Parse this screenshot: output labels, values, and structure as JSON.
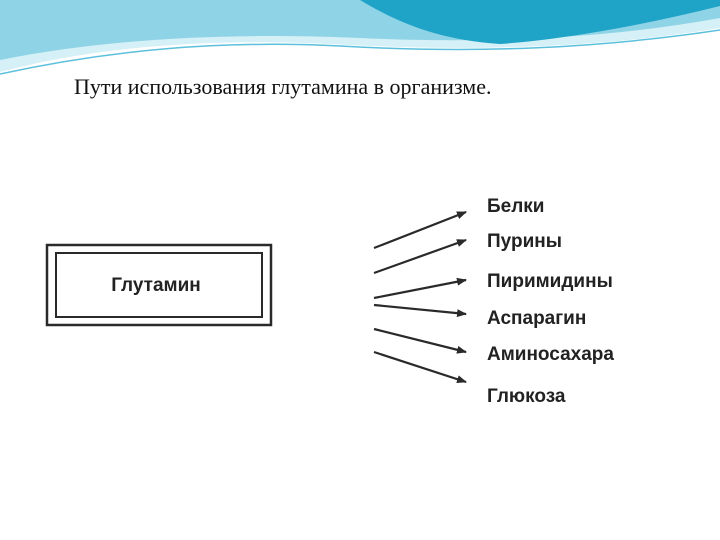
{
  "slide": {
    "title": "Пути использования глутамина в организме."
  },
  "diagram": {
    "source_label": "Глутамин",
    "targets": [
      "Белки",
      "Пурины",
      "Пиримидины",
      "Аспарагин",
      "Аминосахара",
      "Глюкоза"
    ]
  },
  "colors": {
    "wave_dark": "#1fa3c7",
    "wave_light": "#bfe8f2",
    "diagram_stroke": "#2a2a2a"
  }
}
